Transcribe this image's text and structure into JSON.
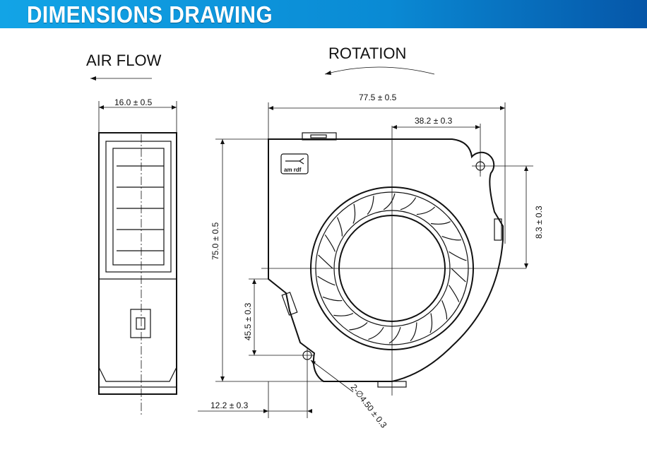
{
  "header": {
    "title": "DIMENSIONS DRAWING"
  },
  "labels": {
    "air_flow": "AIR FLOW",
    "rotation": "ROTATION",
    "logo_text": "am rdf"
  },
  "dimensions": {
    "thickness": "16.0 ± 0.5",
    "width": "77.5 ± 0.5",
    "hole_offset_x": "38.2 ± 0.3",
    "height": "75.0 ± 0.5",
    "hole_offset_y_right": "8.3 ± 0.3",
    "hole_offset_y_left": "45.5 ± 0.3",
    "hole_offset_x_left": "12.2 ± 0.3",
    "hole_diameter": "2-∅4.50 ± 0.3"
  }
}
